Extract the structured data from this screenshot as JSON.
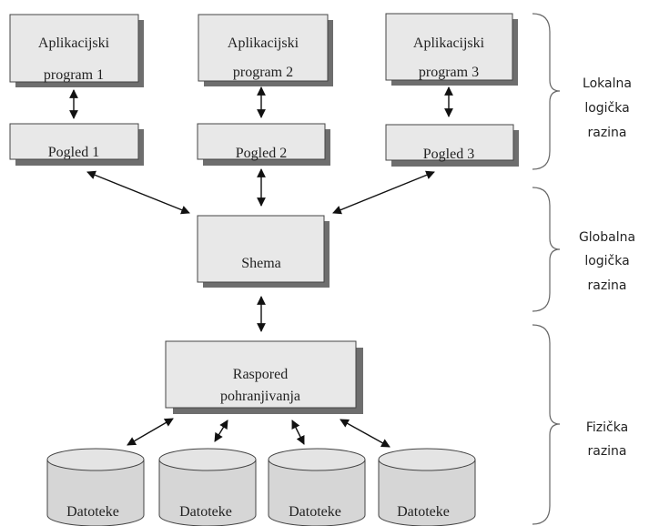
{
  "local_level": {
    "programs": [
      {
        "line1": "Aplikacijski",
        "line2": "program 1"
      },
      {
        "line1": "Aplikacijski",
        "line2": "program 2"
      },
      {
        "line1": "Aplikacijski",
        "line2": "program 3"
      }
    ],
    "views": [
      "Pogled 1",
      "Pogled 2",
      "Pogled 3"
    ]
  },
  "global_level": {
    "schema": "Shema"
  },
  "physical_level": {
    "storage": {
      "line1": "Raspored",
      "line2": "pohranjivanja"
    },
    "files": [
      "Datoteke",
      "Datoteke",
      "Datoteke",
      "Datoteke"
    ]
  },
  "levels": {
    "local": [
      "Lokalna",
      "logička",
      "razina"
    ],
    "global": [
      "Globalna",
      "logička",
      "razina"
    ],
    "physical": [
      "Fizička",
      "razina"
    ]
  }
}
